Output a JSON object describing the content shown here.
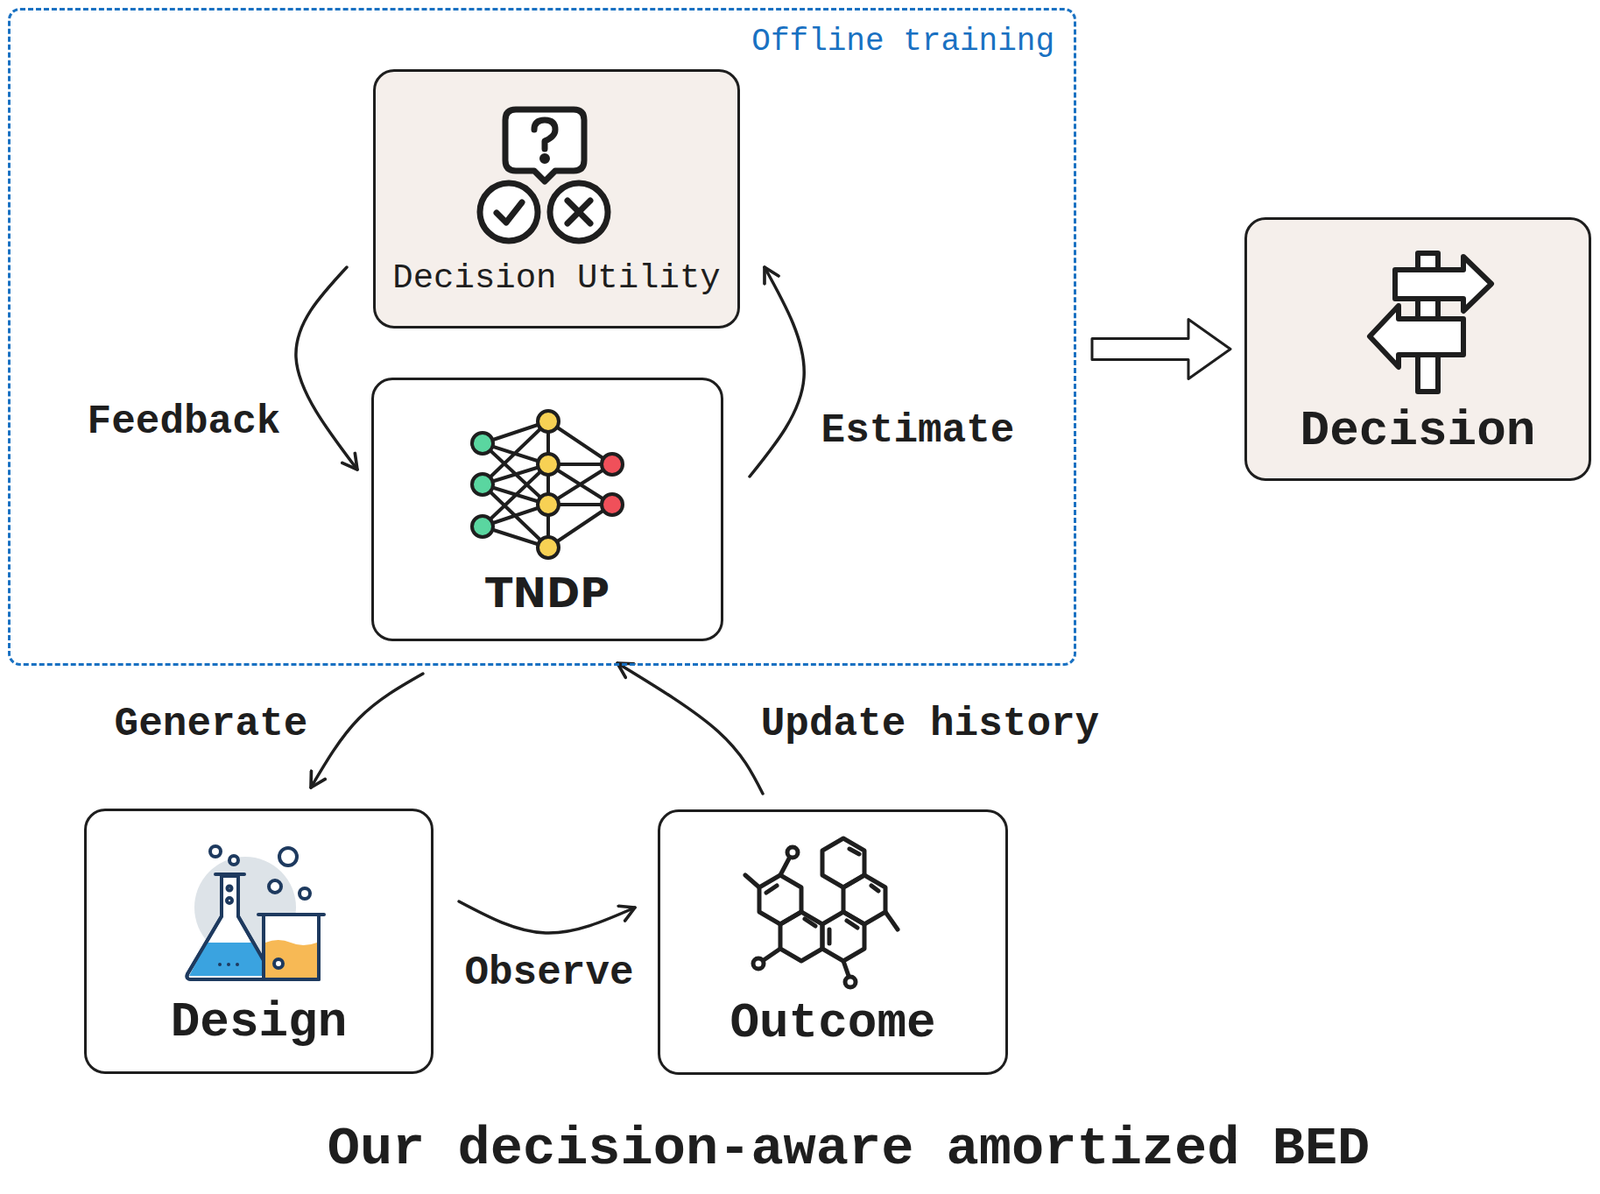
{
  "diagram": {
    "caption": "Our decision-aware amortized BED",
    "nodes": [
      {
        "text": [
          "Offline training"
        ]
      },
      {
        "text": [
          "Decision Utility"
        ],
        "in": 0
      },
      {
        "text": [
          "TNDP"
        ],
        "in": 0
      },
      {
        "text": [
          "Decision"
        ]
      },
      {
        "text": [
          "Design"
        ]
      },
      {
        "text": [
          "Outcome"
        ]
      }
    ],
    "edges": [
      {
        "from": 1,
        "to": 2,
        "label": "Feedback",
        "arrow": "to"
      },
      {
        "from": 2,
        "to": 1,
        "label": "Estimate",
        "arrow": "to"
      },
      {
        "from": 2,
        "to": 4,
        "label": "Generate",
        "arrow": "to"
      },
      {
        "from": 4,
        "to": 5,
        "label": "Observe",
        "arrow": "to"
      },
      {
        "from": 5,
        "to": 2,
        "label": "Update history",
        "arrow": "to"
      },
      {
        "from": 0,
        "to": 3,
        "arrow": "to"
      }
    ]
  }
}
